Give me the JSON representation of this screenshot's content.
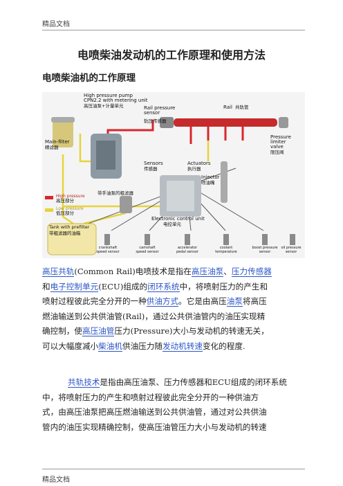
{
  "header": "精品文档",
  "footer": "精品文档",
  "title": "电喷柴油发动机的工作原理和使用方法",
  "section_heading": "电喷柴油机的工作原理",
  "diagram": {
    "pump_en1": "High pressure pump",
    "pump_en2": "CPN2.2 with metering unit",
    "pump_zh": "高压油泵+计量单元",
    "rail_sensor_en1": "Rail pressure",
    "rail_sensor_en2": "sensor",
    "rail_sensor_zh": "轨压传感器",
    "rail_en": "Rail",
    "rail_zh": "共轨管",
    "limiter_en1": "Pressure",
    "limiter_en2": "limiter",
    "limiter_en3": "valve",
    "limiter_zh": "限压阀",
    "mainfilter_en": "Main-filter",
    "mainfilter_zh": "精滤器",
    "sensors_en": "Sensors",
    "sensors_zh": "传感器",
    "actuators_en": "Actuators",
    "actuators_zh": "执行器",
    "injector_en": "Injector",
    "injector_zh": "喷油嘴",
    "legend_high_en": "High pressure",
    "legend_high_zh": "高压部分",
    "legend_low_en": "Low pressure",
    "legend_low_zh": "低压部分",
    "handpump_zh": "带手油泵的粗滤器",
    "ecu_en": "Electronic control unit",
    "ecu_zh": "电控单元",
    "tank_en": "Tank with prefilter",
    "tank_zh": "带粗滤器的油箱",
    "s1_en1": "crankshaft",
    "s1_en2": "speed sensor",
    "s2_en1": "camshaft",
    "s2_en2": "speed sensor",
    "s3_en1": "accelerator",
    "s3_en2": "pedal sensor",
    "s4_en1": "coolant",
    "s4_en2": "temperature",
    "s5_en1": "boost pressure",
    "s5_en2": "sensor",
    "s6_en1": "oil pressure",
    "s6_en2": "sensor",
    "colors": {
      "high": "#d9262c",
      "low": "#e6d43a"
    }
  },
  "para1": {
    "l1": [
      "高压共轨",
      "(Common Rail)电喷技术是指在",
      "高压油泵",
      "、",
      "压力传感器"
    ],
    "l2": [
      "和",
      "电子控制单元",
      "(ECU)组成的",
      "闭环系统",
      "中，将喷射压力的产生和"
    ],
    "l3": [
      "喷射过程彼此完全分开的一种",
      "供油方式",
      "。它是由高压",
      "油泵",
      "将高压"
    ],
    "l4": "燃油输送到公共供油管(Rail)，通过公共供油管内的油压实现精",
    "l5": [
      "确控制，使",
      "高压油管",
      "压力(Pressure)大小与发动机的转速无关，"
    ],
    "l6": [
      "可以大幅度减小",
      "柴油机",
      "供油压力随",
      "发动机转速",
      "变化的程度."
    ]
  },
  "para2": {
    "l1": [
      "共轨技术",
      "是指由高压油泵、压力传感器和ECU组成的闭环系统"
    ],
    "l2": "中，将喷射压力的产生和喷射过程彼此完全分开的一种供油方",
    "l3": "式，由高压油泵把高压燃油输送到公共供油管，通过对公共供油",
    "l4": "管内的油压实现精确控制，使高压油管压力大小与发动机的转速"
  }
}
